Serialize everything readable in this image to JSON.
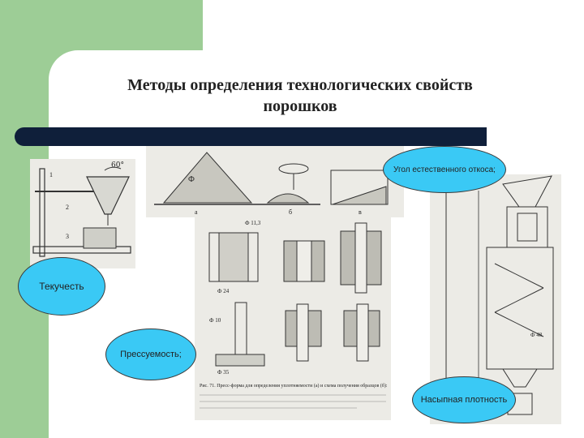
{
  "slide": {
    "title_line1": "Методы определения технологических свойств",
    "title_line2": "порошков"
  },
  "figures": {
    "fig1_label_angle": "60°",
    "fig2_label_phi": "Ф",
    "fig3_caption": "Рис. 71. Пресс-форма для определения уплотняемости (а) и схема получения образцов (б):",
    "fig3_dim1": "Ф 11,3",
    "fig3_dim2": "Ф 24",
    "fig3_dim3": "Ф 10",
    "fig3_dim4": "Ф 35",
    "fig4_dim": "Ф 48"
  },
  "bubbles": {
    "angle": "Угол естественного откоса;",
    "flow": "Текучесть",
    "press": "Прессуемость;",
    "density": "Насыпная плотность"
  },
  "colors": {
    "green": "#9dcd96",
    "bar": "#0f1f3a",
    "bubble": "#3ac9f5"
  }
}
